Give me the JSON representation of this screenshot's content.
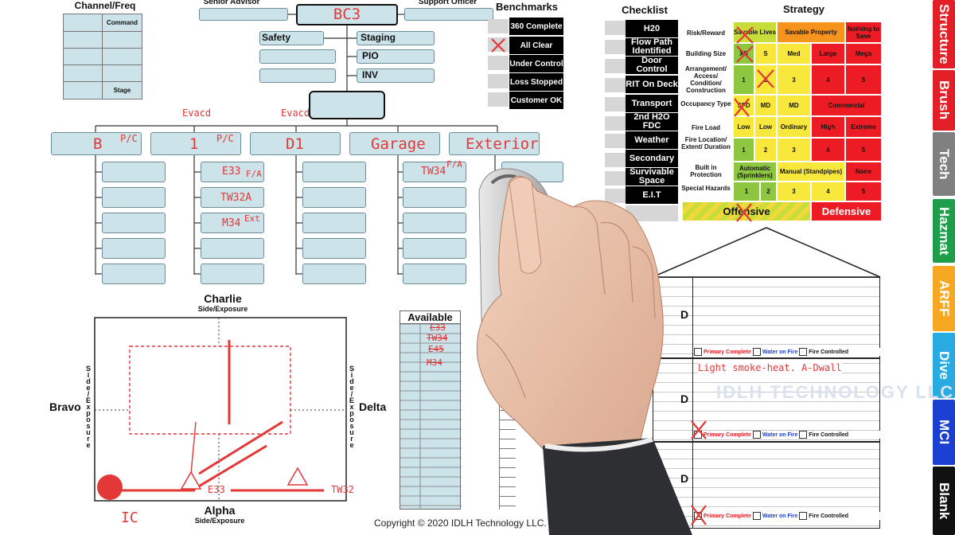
{
  "channel": {
    "title": "Channel/Freq",
    "command_label": "Command",
    "stage_label": "Stage"
  },
  "top_roles": {
    "senior_advisor": "Senior Advisor",
    "support_officer": "Support Officer",
    "ic": "BC3"
  },
  "staff": {
    "safety": "Safety",
    "staging": "Staging",
    "pio": "PIO",
    "inv": "INV"
  },
  "evacd": {
    "left": "Evacd",
    "right": "Evacd"
  },
  "divisions": [
    {
      "name": "B",
      "tag": "P/C",
      "units": []
    },
    {
      "name": "1",
      "tag": "P/C",
      "units": [
        {
          "unit": "E33",
          "note": "F/A"
        },
        {
          "unit": "TW32A",
          "note": ""
        },
        {
          "unit": "M34",
          "note": "Ext"
        }
      ]
    },
    {
      "name": "D1",
      "tag": "",
      "units": []
    },
    {
      "name": "Garage",
      "tag": "",
      "units": [
        {
          "unit": "TW34",
          "note": "F/A"
        }
      ]
    },
    {
      "name": "Exterior",
      "tag": "",
      "units": []
    }
  ],
  "benchmarks": {
    "title": "Benchmarks",
    "items": [
      "360 Complete",
      "All Clear",
      "Under Control",
      "Loss Stopped",
      "Customer OK"
    ]
  },
  "checklist": {
    "title": "Checklist",
    "items": [
      "H20",
      "Flow Path Identified",
      "Door Control",
      "RIT On Deck",
      "Transport",
      "2nd H2O FDC",
      "Weather",
      "Secondary",
      "Survivable Space",
      "E.I.T"
    ]
  },
  "strategy": {
    "title": "Strategy",
    "rows": [
      {
        "label": "Risk/Reward",
        "cells": [
          "Savable Lives",
          "Savable Property",
          "Nothing to Save"
        ]
      },
      {
        "label": "Building Size",
        "cells": [
          "XS",
          "S",
          "Med",
          "Large",
          "Mega"
        ]
      },
      {
        "label": "Arrangement/ Access/ Condition/ Construction",
        "cells": [
          "1",
          "2",
          "3",
          "4",
          "5"
        ]
      },
      {
        "label": "Occupancy Type",
        "cells": [
          "SFD",
          "MD",
          "MD",
          "Commercial"
        ]
      },
      {
        "label": "Fire Load",
        "cells": [
          "Low",
          "Low",
          "Ordinary",
          "High",
          "Extreme"
        ]
      },
      {
        "label": "Fire Location/ Extent/ Duration",
        "cells": [
          "1",
          "2",
          "3",
          "4",
          "5"
        ]
      },
      {
        "label": "Built in Protection",
        "cells": [
          "Automatic (Sprinklers)",
          "Manual (Standpipes)",
          "None"
        ]
      },
      {
        "label": "Special Hazards",
        "cells": [
          "1",
          "2",
          "3",
          "4",
          "5"
        ]
      }
    ],
    "offensive": "Offensive",
    "defensive": "Defensive",
    "colors": {
      "green": "#8dc63f",
      "yellow": "#f7e83b",
      "orange": "#f7941d",
      "red": "#ed1c24"
    }
  },
  "tabs": [
    {
      "label": "Structure",
      "color": "#e21f26"
    },
    {
      "label": "Brush",
      "color": "#e21f26"
    },
    {
      "label": "Tech",
      "color": "#808080"
    },
    {
      "label": "Hazmat",
      "color": "#1e9e4a"
    },
    {
      "label": "ARFF",
      "color": "#f7a823"
    },
    {
      "label": "Dive",
      "color": "#29abe2"
    },
    {
      "label": "MCI",
      "color": "#1b3fd0"
    },
    {
      "label": "Blank",
      "color": "#111111"
    }
  ],
  "sides": {
    "charlie": "Charlie",
    "alpha": "Alpha",
    "bravo": "Bravo",
    "delta": "Delta",
    "exposure": "Side/Exposure",
    "side_vertical": "Side/Exposure"
  },
  "diagram": {
    "ic": "IC",
    "e33": "E33",
    "tw32": "TW32"
  },
  "available": {
    "title": "Available",
    "units": [
      "E33",
      "TW34",
      "E45",
      "M34"
    ]
  },
  "building": {
    "floor_letter": "D",
    "primary_complete": "Primary Complete",
    "water_on_fire": "Water on Fire",
    "fire_controlled": "Fire Controlled",
    "note": "Light smoke-heat. A-Dwall",
    "watermark": "IDLH TECHNOLOGY LLC"
  },
  "copyright": "Copyright © 2020 IDLH Technology LLC."
}
